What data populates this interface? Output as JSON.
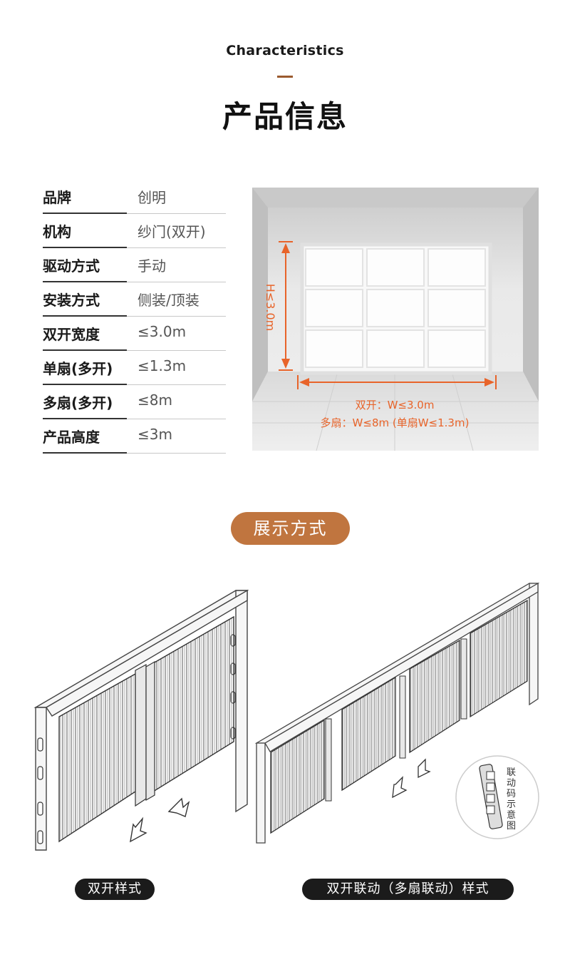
{
  "header": {
    "eyebrow": "Characteristics",
    "title": "产品信息"
  },
  "specs": [
    {
      "key": "品牌",
      "value": "创明"
    },
    {
      "key": "机构",
      "value": "纱门(双开)"
    },
    {
      "key": "驱动方式",
      "value": "手动"
    },
    {
      "key": "安装方式",
      "value": "侧装/顶装"
    },
    {
      "key": "双开宽度",
      "value": "≤3.0m"
    },
    {
      "key": "单扇(多开)",
      "value": "≤1.3m"
    },
    {
      "key": "多扇(多开)",
      "value": "≤8m"
    },
    {
      "key": "产品高度",
      "value": "≤3m"
    }
  ],
  "diagram": {
    "height_label": "H≤3.0m",
    "width_line1": "双开：W≤3.0m",
    "width_line2": "多扇：W≤8m (单扇W≤1.3m)",
    "accent_color": "#e8642a"
  },
  "display": {
    "button_label": "展示方式",
    "left_caption": "双开样式",
    "right_caption": "双开联动（多扇联动）样式",
    "inset_label": "联动码示意图"
  },
  "colors": {
    "brand_brown": "#c0753f",
    "accent_bar": "#9b5a2e",
    "caption_bg": "#1b1b1b"
  }
}
